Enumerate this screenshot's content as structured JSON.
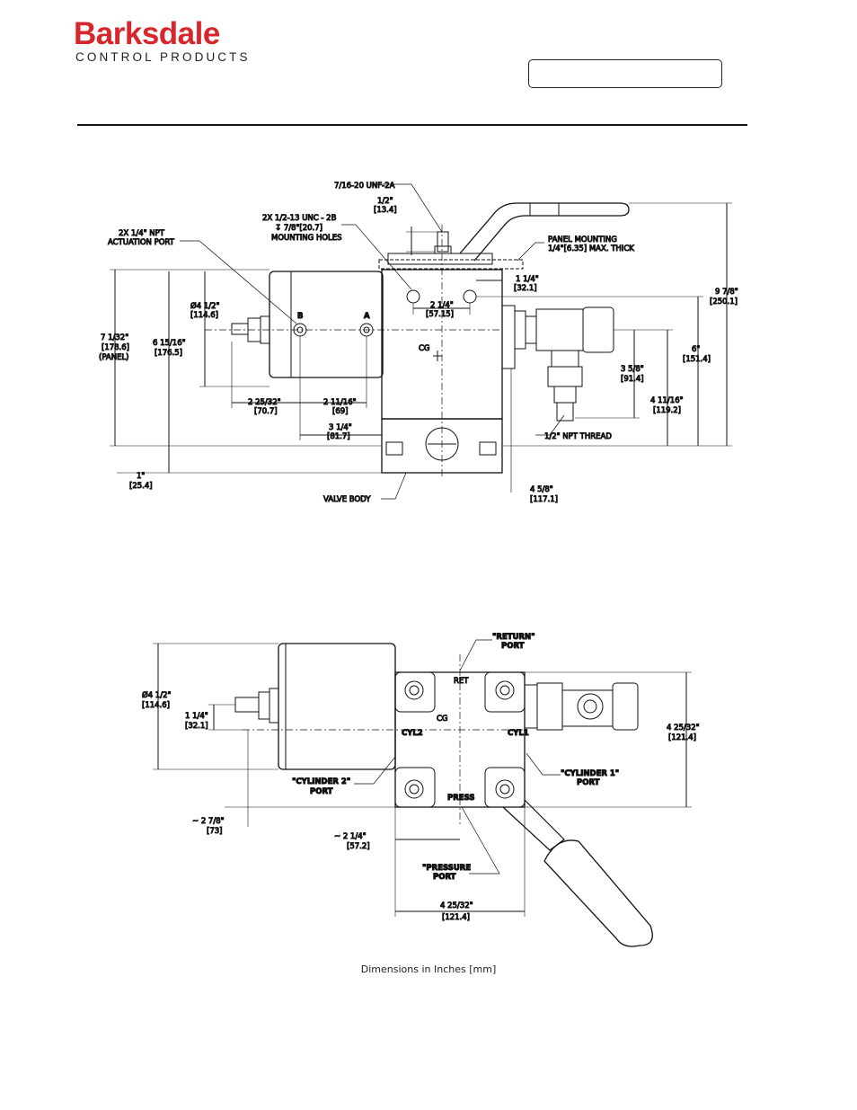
{
  "header": {
    "brand": "Barksdale",
    "brand_sub": "CONTROL PRODUCTS",
    "brand_color": "#d7262c",
    "part_number": ""
  },
  "top_view": {
    "labels": {
      "thread": "7/16-20 UNF-2A",
      "half_in": "1/2\"",
      "half_mm": "[13.4]",
      "mount_holes_1": "2X 1/2-13 UNC - 2B",
      "mount_holes_2": "↧ 7/8\"[20.7]",
      "mount_holes_3": "MOUNTING HOLES",
      "act_port_1": "2X 1/4\" NPT",
      "act_port_2": "ACTUATION PORT",
      "panel_mount_1": "PANEL MOUNTING",
      "panel_mount_2": "1/4\"[6.35] MAX. THICK",
      "d_1_1_4": "1 1/4\"",
      "d_1_1_4_mm": "[32.1]",
      "d_9_7_8": "9 7/8\"",
      "d_9_7_8_mm": "[250.1]",
      "d_2_1_4": "2 1/4\"",
      "d_2_1_4_mm": "[57.15]",
      "dia_4_1_2": "Ø4 1/2\"",
      "dia_4_1_2_mm": "[114.6]",
      "port_b": "B",
      "port_a": "A",
      "d_7_1_32": "7 1/32\"",
      "d_7_1_32_mm": "[178.6]",
      "d_7_1_32_note": "(PANEL)",
      "d_6_15_16": "6 15/16\"",
      "d_6_15_16_mm": "[176.5]",
      "cg": "CG",
      "d_6": "6\"",
      "d_6_mm": "[151.4]",
      "d_3_5_8": "3 5/8\"",
      "d_3_5_8_mm": "[91.4]",
      "d_4_11_16": "4 11/16\"",
      "d_4_11_16_mm": "[119.2]",
      "d_2_25_32": "2 25/32\"",
      "d_2_25_32_mm": "[70.7]",
      "d_2_11_16": "2 11/16\"",
      "d_2_11_16_mm": "[69]",
      "d_3_1_4": "3 1/4\"",
      "d_3_1_4_mm": "[81.7]",
      "npt_thread": "1/2\" NPT THREAD",
      "d_1": "1\"",
      "d_1_mm": "[25.4]",
      "valve_body": "VALVE BODY",
      "d_4_5_8": "4 5/8\"",
      "d_4_5_8_mm": "[117.1]"
    }
  },
  "bottom_view": {
    "labels": {
      "return_1": "\"RETURN\"",
      "return_2": "PORT",
      "ret": "RET",
      "dia": "Ø4 1/2\"",
      "dia_mm": "[114.6]",
      "d_1_1_4": "1 1/4\"",
      "d_1_1_4_mm": "[32.1]",
      "cg": "CG",
      "cyl2_mark": "CYL2",
      "cyl1_mark": "CYL1",
      "press_mark": "PRESS",
      "d_4_25_32": "4 25/32\"",
      "d_4_25_32_mm": "[121.4]",
      "cyl1_1": "\"CYLINDER 1\"",
      "cyl1_2": "PORT",
      "cyl2_1": "\"CYLINDER 2\"",
      "cyl2_2": "PORT",
      "d_2_7_8": "~ 2 7/8\"",
      "d_2_7_8_mm": "[73]",
      "d_2_1_4": "~ 2 1/4\"",
      "d_2_1_4_mm": "[57.2]",
      "press_1": "\"PRESSURE",
      "press_2": "PORT",
      "d_4_25_32_b": "4 25/32\"",
      "d_4_25_32_b_mm": "[121.4]"
    }
  },
  "caption": "Dimensions in Inches [mm]"
}
